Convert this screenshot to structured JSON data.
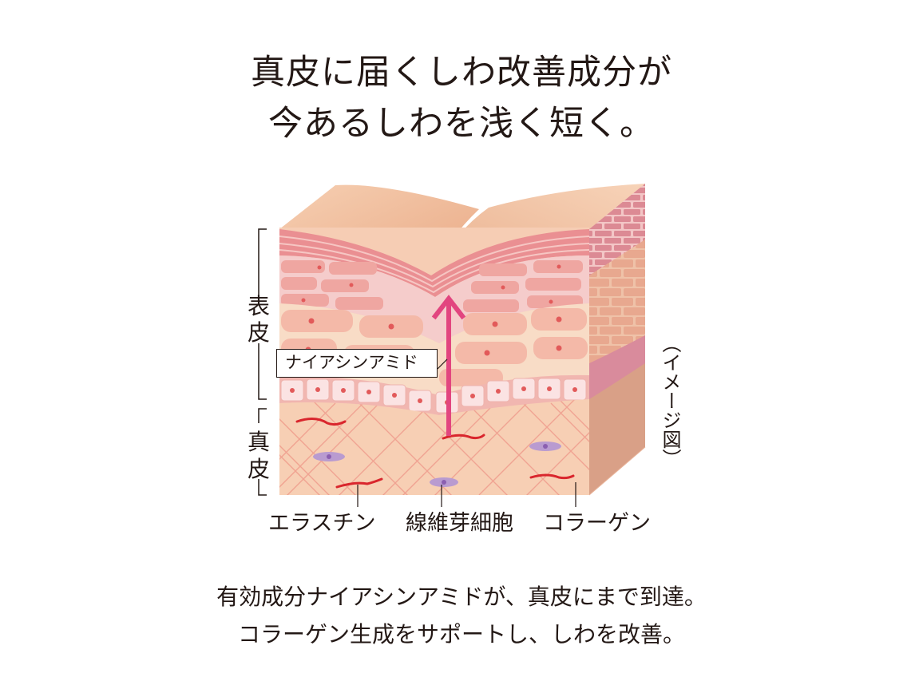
{
  "headline": {
    "line1": "真皮に届くしわ改善成分が",
    "line2": "今あるしわを浅く短く。"
  },
  "diagram": {
    "layers": {
      "epidermis": "表皮",
      "epidermis_chars": [
        "表",
        "皮"
      ],
      "dermis": "真皮",
      "dermis_chars": [
        "真",
        "皮"
      ]
    },
    "callout": "ナイアシンアミド",
    "side_note": "（イメージ図）",
    "component_labels": {
      "elastin": "エラスチン",
      "fibroblast": "線維芽細胞",
      "collagen": "コラーゲン"
    },
    "colors": {
      "arrow": "#e2457f",
      "skin_top": "#f3c3a3",
      "epidermis_cells": "#f1a6a3",
      "basal_cells": "#f9dcdc",
      "dermis": "#f7cfb4",
      "collagen_lines": "#ef9c8c",
      "elastin": "#d9262d",
      "fibroblast": "#b99bd0"
    }
  },
  "caption": {
    "line1": "有効成分ナイアシンアミドが、真皮にまで到達。",
    "line2": "コラーゲン生成をサポートし、しわを改善。"
  }
}
